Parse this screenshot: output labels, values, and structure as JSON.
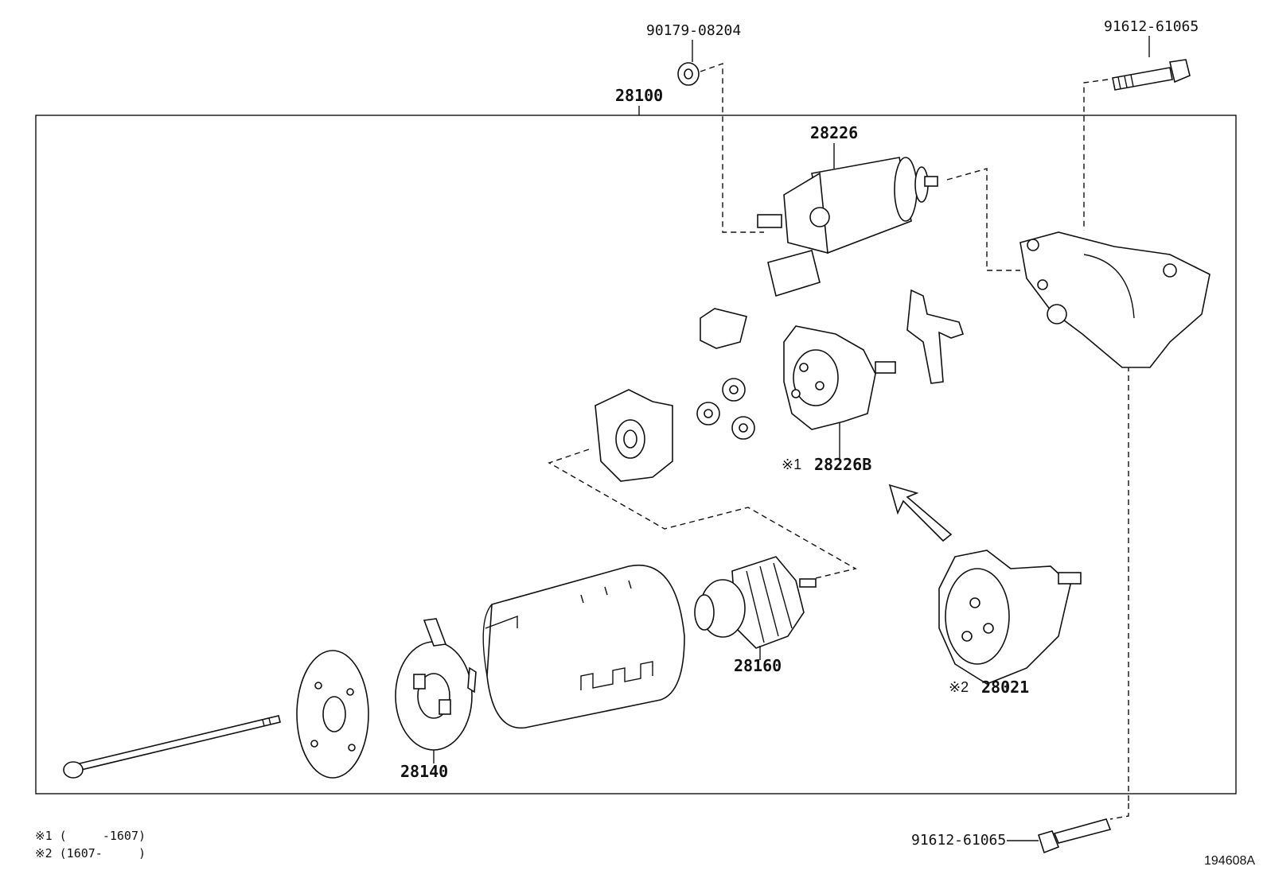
{
  "parts": {
    "nut_top": "90179-08204",
    "bolt_top": "91612-61065",
    "assembly": "28100",
    "switch": "28226",
    "clutch_b_mark": "※1",
    "clutch_b": "28226B",
    "armature": "28160",
    "gear_mark": "※2",
    "gear": "28021",
    "brush_holder": "28140",
    "bolt_bottom": "91612-61065"
  },
  "notes": {
    "note1": "※1 (     -1607)",
    "note2": "※2 (1607-     )"
  },
  "figure_ref": "194608A"
}
